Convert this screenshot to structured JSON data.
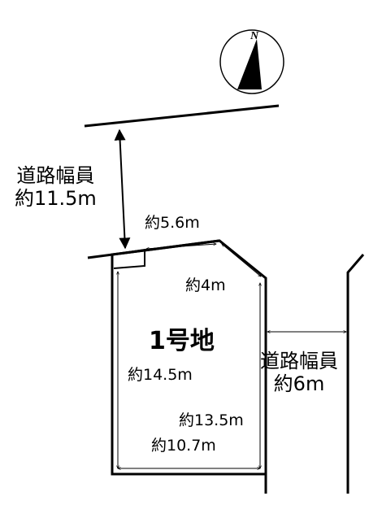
{
  "compass": {
    "letter": "N",
    "icon": "north-arrow-icon"
  },
  "road_north": {
    "line1": "道路幅員",
    "line2": "約11.5m"
  },
  "road_east": {
    "line1": "道路幅員",
    "line2": "約6m"
  },
  "lot_label": "1号地",
  "dimensions": {
    "north_side": "約5.6m",
    "corner_side": "約4m",
    "west_side": "約14.5m",
    "east_side": "約13.5m",
    "south_side": "約10.7m"
  }
}
